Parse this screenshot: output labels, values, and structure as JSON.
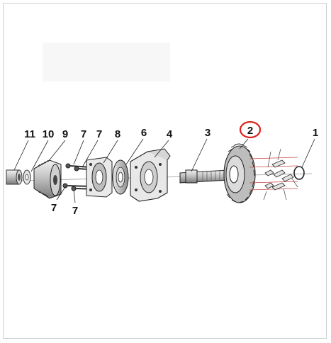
{
  "diagram": {
    "callouts": [
      {
        "id": "c11",
        "label": "11"
      },
      {
        "id": "c10",
        "label": "10"
      },
      {
        "id": "c9",
        "label": "9"
      },
      {
        "id": "c7a",
        "label": "7"
      },
      {
        "id": "c7b",
        "label": "7"
      },
      {
        "id": "c8",
        "label": "8"
      },
      {
        "id": "c6",
        "label": "6"
      },
      {
        "id": "c4",
        "label": "4"
      },
      {
        "id": "c3",
        "label": "3"
      },
      {
        "id": "c2",
        "label": "2"
      },
      {
        "id": "c1",
        "label": "1"
      },
      {
        "id": "c7c",
        "label": "7"
      },
      {
        "id": "c7d",
        "label": "7"
      }
    ],
    "highlight_color": "#d9241c"
  }
}
